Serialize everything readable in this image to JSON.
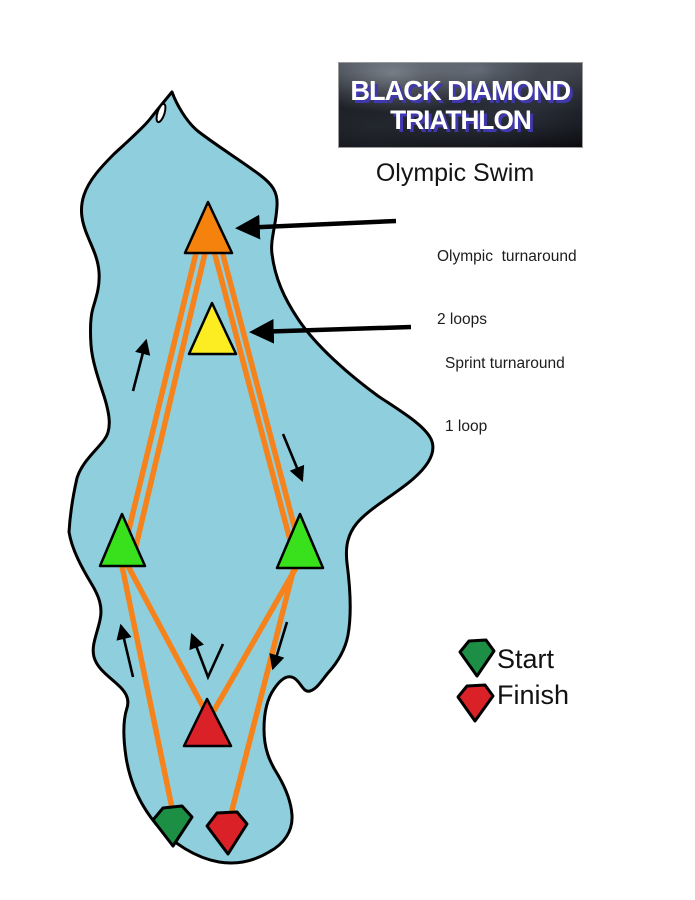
{
  "logo": {
    "line1": "BLACK DIAMOND",
    "line2": "TRIATHLON"
  },
  "title": "Olympic Swim",
  "annotations": {
    "olympic": {
      "line1": "Olympic  turnaround",
      "line2": "2 loops"
    },
    "sprint": {
      "line1": "Sprint turnaround",
      "line2": "1 loop"
    }
  },
  "legend": {
    "start_label": "Start",
    "finish_label": "Finish"
  },
  "markers": {
    "olympic_turnaround": "orange-triangle-buoy",
    "sprint_turnaround": "yellow-triangle-buoy",
    "mid_buoy_left": "green-triangle-buoy",
    "mid_buoy_right": "green-triangle-buoy",
    "south_turn_buoy": "red-triangle-buoy",
    "start_marker": "green-kite",
    "finish_marker": "red-kite"
  },
  "colors": {
    "lake": "#8FCEDC",
    "shore": "#000000",
    "course_line": "#F6821C",
    "buoy_orange": "#F5820D",
    "buoy_yellow": "#FBED21",
    "buoy_green": "#39E01C",
    "buoy_red": "#DA2127",
    "start_green": "#1D8F44",
    "finish_red": "#DB2128",
    "arrow_black": "#000000",
    "logo_shadow": "#4038AE"
  }
}
